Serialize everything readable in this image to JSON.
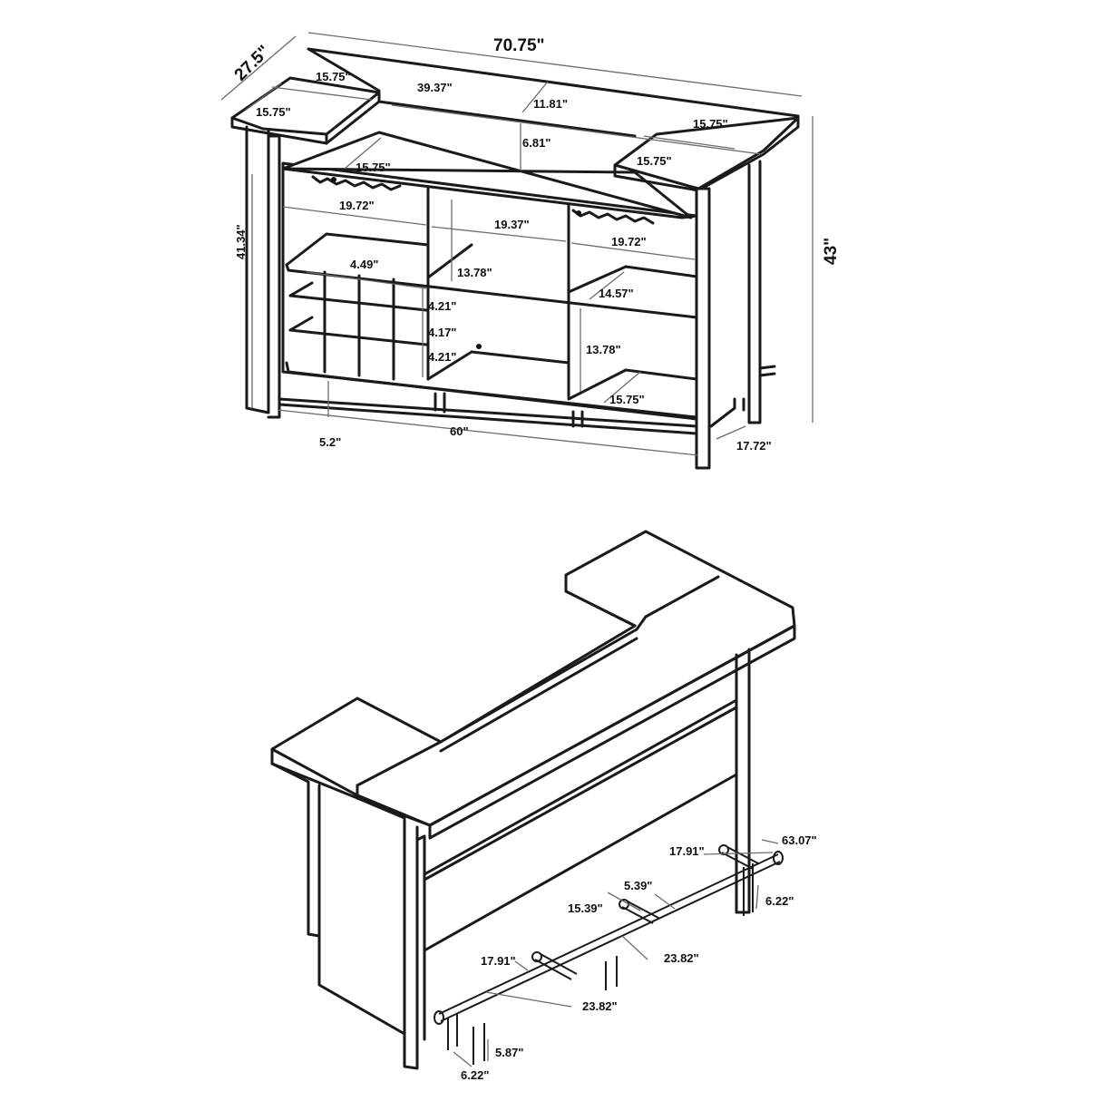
{
  "top_view": {
    "overall_width": "70.75\"",
    "overall_depth": "27.5\"",
    "overall_height": "43\"",
    "body_height": "41.34\"",
    "left_top_w": "15.75\"",
    "left_top_d": "15.75\"",
    "center_top_w": "39.37\"",
    "center_top_d": "11.81\"",
    "right_top_w": "15.75\"",
    "right_top_d": "15.75\"",
    "shelf_gap": "6.81\"",
    "glass_rack_w": "15.75\"",
    "left_cubby_w": "19.72\"",
    "mid_cubby_w": "19.37\"",
    "right_cubby_w": "19.72\"",
    "mid_cubby_h": "13.78\"",
    "right_cubby_d": "14.57\"",
    "wine_cell_w": "4.49\"",
    "wine_row_1": "4.21\"",
    "wine_row_2": "4.17\"",
    "wine_row_3": "4.21\"",
    "lower_cubby_h": "13.78\"",
    "lower_cubby_d": "15.75\"",
    "base_clearance": "5.2\"",
    "base_length": "60\"",
    "base_depth": "17.72\""
  },
  "bottom_view": {
    "footrest_length": "63.07\"",
    "seg_a": "17.91\"",
    "seg_b": "5.39\"",
    "seg_c": "15.39\"",
    "seg_d": "17.91\"",
    "support_spacing_1": "23.82\"",
    "support_spacing_2": "23.82\"",
    "footrest_offset_right": "6.22\"",
    "footrest_height": "5.87\"",
    "footrest_offset_left": "6.22\""
  }
}
